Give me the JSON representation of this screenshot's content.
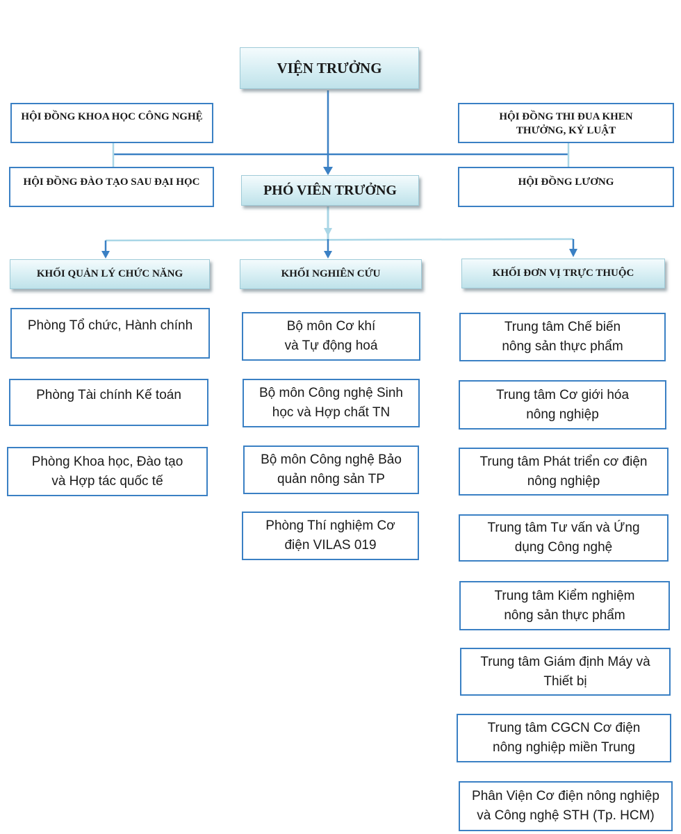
{
  "top": {
    "director": "VIỆN TRƯỞNG",
    "deputy": "PHÓ VIÊN TRƯỞNG"
  },
  "councils": {
    "science": "HỘI ĐỒNG KHOA HỌC CÔNG NGHỆ",
    "postgrad": "HỘI ĐỒNG ĐÀO TẠO SAU ĐẠI HỌC",
    "emulation": "HỘI ĐỒNG THI ĐUA KHEN THƯỞNG, KỶ LUẬT",
    "salary": "HỘI ĐỒNG LƯƠNG"
  },
  "blocks": {
    "functional": {
      "title": "KHỐI QUẢN LÝ CHỨC NĂNG",
      "items": [
        "Phòng Tổ chức, Hành chính",
        "Phòng Tài chính Kế toán",
        "Phòng Khoa học, Đào tạo và Hợp tác quốc tế"
      ]
    },
    "research": {
      "title": "KHỐI NGHIÊN CỨU",
      "items": [
        "Bộ môn Cơ khí và Tự động hoá",
        "Bộ môn Công nghệ Sinh học và Hợp chất TN",
        "Bộ môn Công nghệ Bảo quản nông sản TP",
        "Phòng Thí nghiệm Cơ điện VILAS 019"
      ]
    },
    "affiliated": {
      "title": "KHỐI ĐƠN VỊ TRỰC THUỘC",
      "items": [
        "Trung tâm Chế biến nông sản thực phẩm",
        "Trung tâm Cơ giới hóa nông nghiệp",
        "Trung tâm Phát triển cơ điện nông nghiệp",
        "Trung tâm Tư vấn và Ứng dụng Công nghệ",
        "Trung tâm Kiểm nghiệm nông sản thực phẩm",
        "Trung tâm Giám định Máy và Thiết bị",
        "Trung tâm CGCN Cơ điện nông nghiệp miền Trung",
        "Phân Viện Cơ điện nông nghiệp và Công nghệ STH (Tp. HCM)"
      ]
    }
  },
  "colors": {
    "line": "#3a80c4",
    "line_light": "#a9d6e6",
    "box_border": "#3a80c4"
  }
}
